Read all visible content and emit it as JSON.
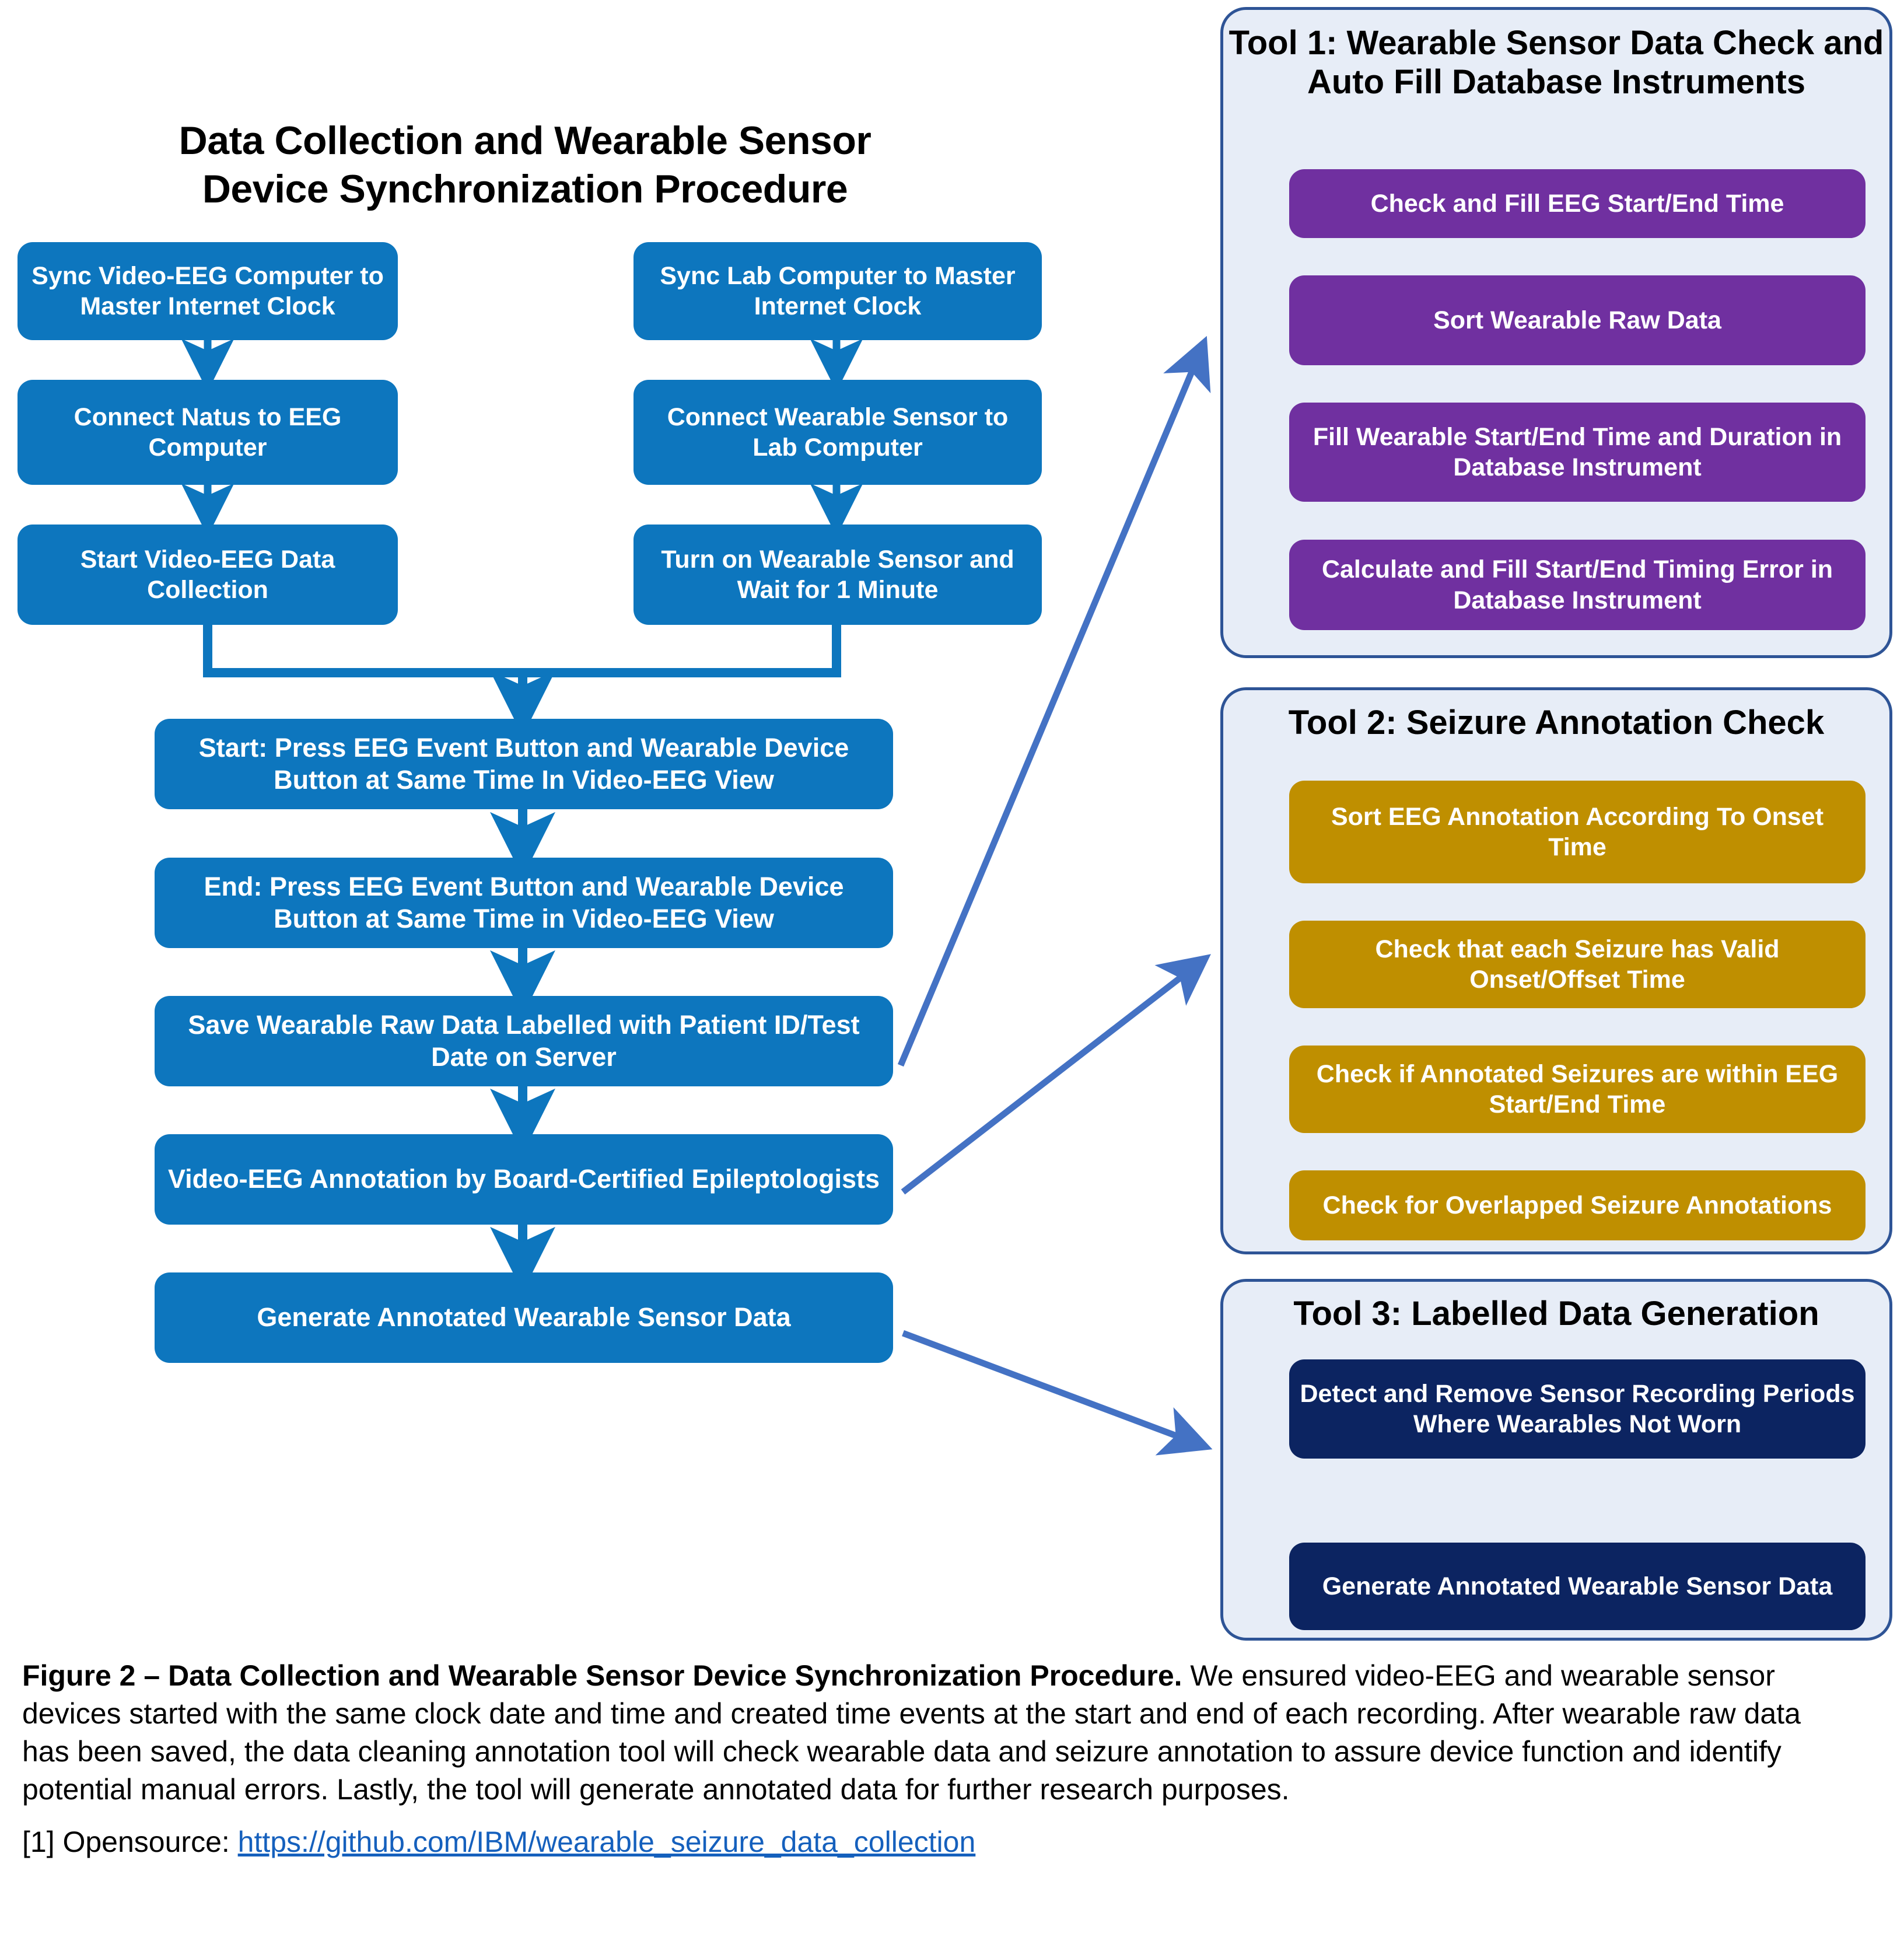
{
  "figure": {
    "title_line1": "Data Collection and Wearable Sensor",
    "title_line2": "Device Synchronization Procedure"
  },
  "main_flow": {
    "left_column": [
      {
        "label": "Sync Video-EEG Computer to Master Internet Clock"
      },
      {
        "label": "Connect Natus to EEG Computer"
      },
      {
        "label": "Start Video-EEG Data Collection"
      }
    ],
    "right_column": [
      {
        "label": "Sync Lab Computer to Master Internet Clock"
      },
      {
        "label": "Connect Wearable Sensor to Lab Computer"
      },
      {
        "label": "Turn on Wearable Sensor and Wait for 1 Minute"
      }
    ],
    "merged_column": [
      {
        "label": "Start: Press EEG Event Button and Wearable Device Button at Same Time In Video-EEG View"
      },
      {
        "label": "End: Press EEG Event Button and Wearable Device Button at Same Time in Video-EEG View"
      },
      {
        "label": "Save Wearable Raw Data Labelled with Patient ID/Test Date on Server"
      },
      {
        "label": "Video-EEG Annotation by  Board-Certified Epileptologists"
      },
      {
        "label": "Generate Annotated Wearable Sensor Data"
      }
    ]
  },
  "tools": [
    {
      "title": "Tool 1: Wearable Sensor Data Check and Auto Fill Database Instruments",
      "color": "#7030A0",
      "steps": [
        {
          "label": "Check and Fill EEG Start/End Time"
        },
        {
          "label": "Sort Wearable Raw Data"
        },
        {
          "label": "Fill Wearable Start/End Time and Duration in Database Instrument"
        },
        {
          "label": "Calculate and Fill Start/End Timing Error in Database Instrument"
        }
      ]
    },
    {
      "title": "Tool 2: Seizure Annotation Check",
      "color": "#BF8F00",
      "steps": [
        {
          "label": "Sort EEG Annotation According To Onset Time"
        },
        {
          "label": "Check that each Seizure has Valid Onset/Offset Time"
        },
        {
          "label": "Check if Annotated Seizures are within EEG Start/End Time"
        },
        {
          "label": "Check for Overlapped Seizure Annotations"
        }
      ]
    },
    {
      "title": "Tool 3: Labelled Data Generation",
      "color": "#0C2461",
      "steps": [
        {
          "label": "Detect and Remove Sensor Recording Periods Where Wearables Not Worn"
        },
        {
          "label": "Generate Annotated Wearable Sensor Data"
        }
      ]
    }
  ],
  "caption": {
    "bold_lead": "Figure 2 – Data Collection and Wearable Sensor Device Synchronization Procedure.",
    "body": " We ensured video-EEG and wearable sensor devices started with the same clock date and time and created time events at the start and end of each recording. After wearable raw data has been saved, the data cleaning annotation tool will check wearable data and seizure annotation to assure device function and identify potential manual errors. Lastly, the tool will generate annotated data for further research purposes."
  },
  "footnote": {
    "prefix": "[1] Opensource: ",
    "link_text": "https://github.com/IBM/wearable_seizure_data_collection"
  },
  "colors": {
    "flow_blue": "#0D76BE",
    "panel_bg": "#E7EDF7",
    "panel_border": "#2E5496",
    "connector_blue": "#4472C4",
    "link_blue": "#1560BD"
  }
}
